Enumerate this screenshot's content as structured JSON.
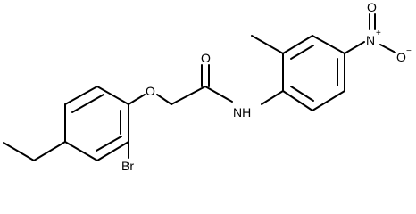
{
  "molecule": {
    "atoms": {
      "o_ether": "O",
      "o_carbonyl": "O",
      "nh": "NH",
      "br": "Br",
      "n_nitro": "N",
      "n_nitro_charge": "+",
      "o_nitro_top": "O",
      "o_nitro_side": "O",
      "o_nitro_side_charge": "−"
    }
  },
  "colors": {
    "bond": "#000000",
    "label": "#000000",
    "background": "#ffffff"
  }
}
